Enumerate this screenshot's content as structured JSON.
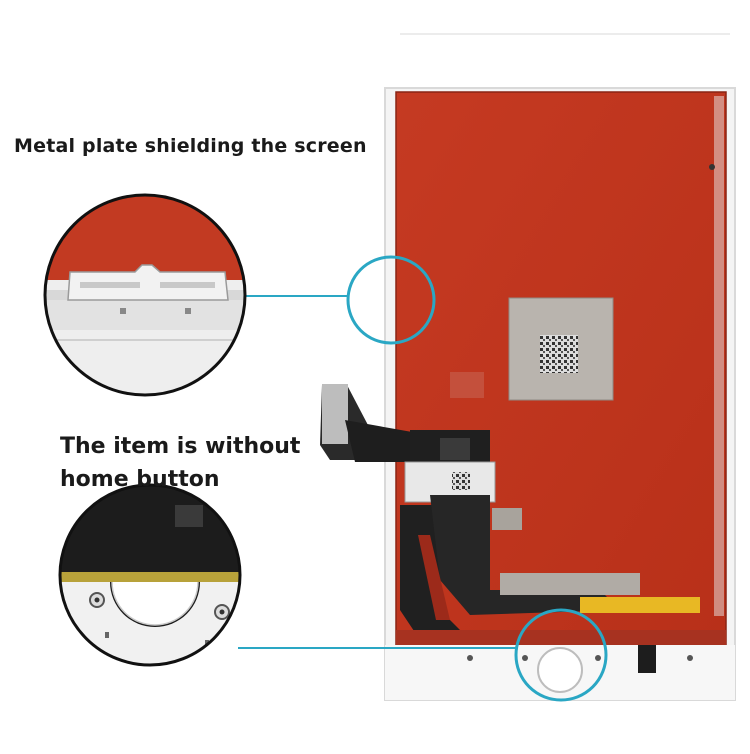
{
  "callouts": [
    {
      "text": "Metal plate shielding the screen"
    },
    {
      "lines": [
        "The item is without",
        "home button"
      ]
    }
  ],
  "colors": {
    "panel_red": "#c93821",
    "highlight": "#2aa7c4",
    "frame": "#f3f3f3",
    "flex": "#222222"
  }
}
